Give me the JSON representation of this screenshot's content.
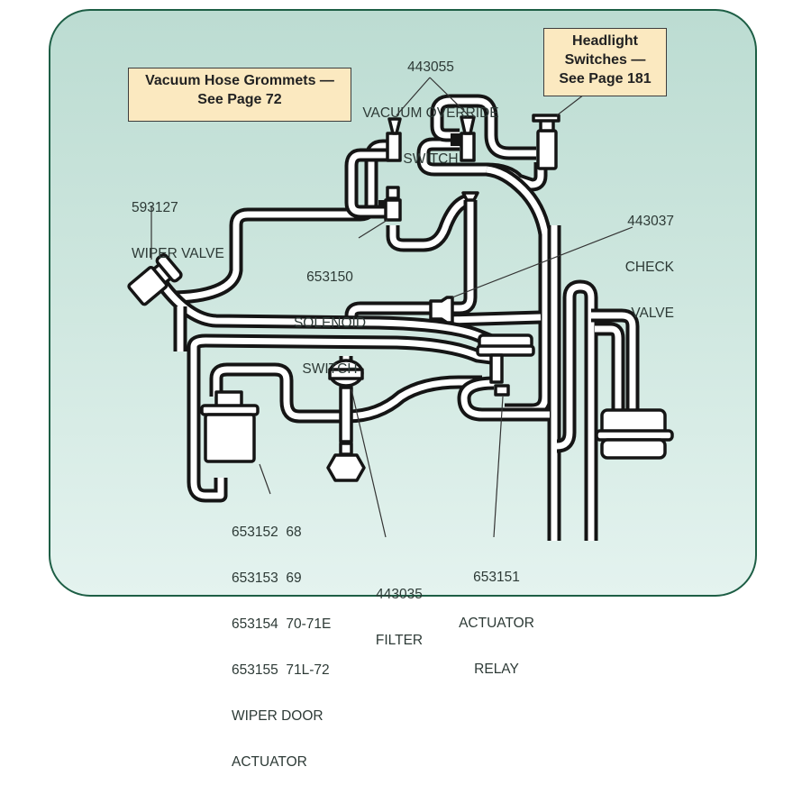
{
  "diagram": {
    "title": "Vacuum hose routing diagram",
    "colors": {
      "panel_border": "#1d5e45",
      "panel_bg_top": "#bcdcd2",
      "panel_bg_bottom": "#e4f3ef",
      "callout_bg": "#fbe9c0",
      "hose_outline": "#151515",
      "hose_fill": "#ffffff",
      "label_text": "#2d3a36"
    },
    "callouts": [
      {
        "id": "vacuum-hose-grommets",
        "lines": [
          "Vacuum Hose Grommets —",
          "See Page 72"
        ]
      },
      {
        "id": "headlight-switches",
        "lines": [
          "Headlight",
          "Switches —",
          "See Page 181"
        ]
      }
    ],
    "components": [
      {
        "id": "vacuum-override-switch",
        "part_number": "443055",
        "name_lines": [
          "VACUUM OVERRIDE",
          "SWITCH"
        ]
      },
      {
        "id": "wiper-valve",
        "part_number": "593127",
        "name_lines": [
          "WIPER VALVE"
        ]
      },
      {
        "id": "solenoid-switch",
        "part_number": "653150",
        "name_lines": [
          "SOLENOID",
          "SWITCH"
        ]
      },
      {
        "id": "check-valve",
        "part_number": "443037",
        "name_lines": [
          "CHECK",
          "VALVE"
        ]
      },
      {
        "id": "wiper-door-actuator",
        "part_numbers": [
          {
            "part": "653152",
            "years": "68"
          },
          {
            "part": "653153",
            "years": "69"
          },
          {
            "part": "653154",
            "years": "70-71E"
          },
          {
            "part": "653155",
            "years": "71L-72"
          }
        ],
        "name_lines": [
          "WIPER DOOR",
          "ACTUATOR"
        ]
      },
      {
        "id": "filter",
        "part_number": "443035",
        "name_lines": [
          "FILTER"
        ]
      },
      {
        "id": "actuator-relay",
        "part_number": "653151",
        "name_lines": [
          "ACTUATOR",
          "RELAY"
        ]
      }
    ]
  }
}
